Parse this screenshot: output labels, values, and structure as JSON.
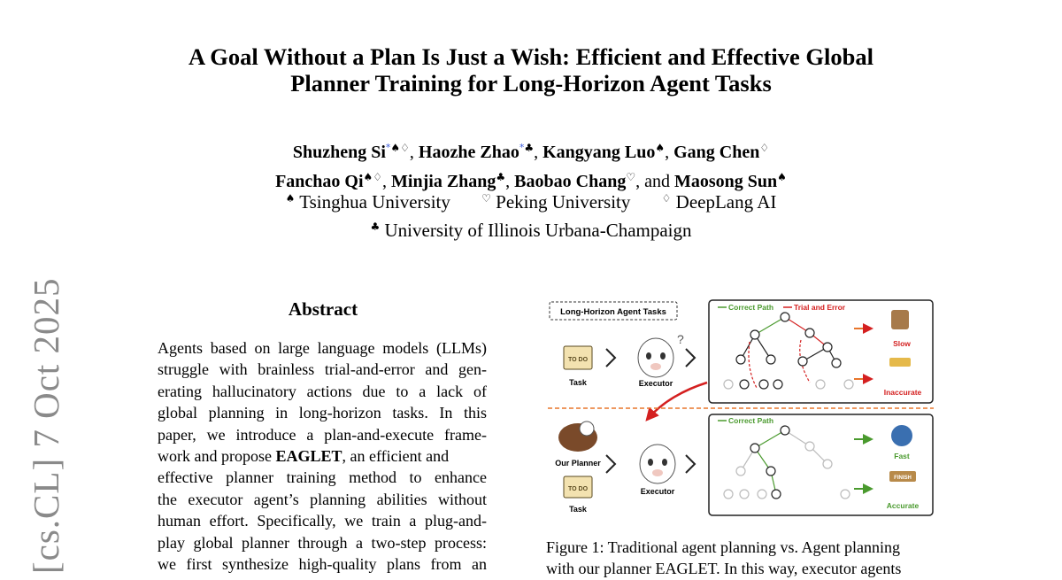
{
  "paper": {
    "title_line1": "A Goal Without a Plan Is Just a Wish: Efficient and Effective Global",
    "title_line2": "Planner Training for Long-Horizon Agent Tasks",
    "authors": [
      {
        "name": "Shuzheng Si",
        "marks": "*♠♢"
      },
      {
        "name": "Haozhe Zhao",
        "marks": "*♣"
      },
      {
        "name": "Kangyang Luo",
        "marks": "♠"
      },
      {
        "name": "Gang Chen",
        "marks": "♢"
      },
      {
        "name": "Fanchao Qi",
        "marks": "♠♢"
      },
      {
        "name": "Minjia Zhang",
        "marks": "♣"
      },
      {
        "name": "Baobao Chang",
        "marks": "♡"
      },
      {
        "name": "Maosong Sun",
        "marks": "♠"
      }
    ],
    "and_word": "and",
    "affiliations": [
      {
        "mark": "♠",
        "name": "Tsinghua University"
      },
      {
        "mark": "♡",
        "name": "Peking University"
      },
      {
        "mark": "♢",
        "name": "DeepLang AI"
      },
      {
        "mark": "♣",
        "name": "University of Illinois Urbana-Champaign"
      }
    ],
    "arxiv_stamp": "[cs.CL]  7 Oct 2025",
    "abstract_heading": "Abstract",
    "abstract_lines": [
      "Agents based on large language models (LLMs)",
      "struggle with brainless trial-and-error and gen-",
      "erating hallucinatory actions due to a lack of",
      "global planning in long-horizon tasks. In this",
      "paper, we introduce a plan-and-execute frame-",
      "work and propose",
      "effective planner training method to enhance",
      "the executor agent’s planning abilities without",
      "human effort. Specifically, we train a plug-and-",
      "play global planner through a two-step process:",
      "we first synthesize high-quality plans from an"
    ],
    "abstract_bold": "EAGLET",
    "abstract_line6_tail": ", an efficient and",
    "caption_lines": [
      "Figure 1: Traditional agent planning vs. Agent planning",
      "with our planner EAGLET. In this way, executor agents"
    ]
  },
  "figure": {
    "task_box_label": "Long-Horizon Agent Tasks",
    "todo_text": "TO DO",
    "task_label": "Task",
    "executor_label": "Executor",
    "planner_label": "Our Planner",
    "legend_correct": "Correct Path",
    "legend_trial": "Trial and Error",
    "outcome_slow": "Slow",
    "outcome_inaccurate": "Inaccurate",
    "outcome_fast": "Fast",
    "outcome_accurate": "Accurate",
    "finish_text": "FINISH",
    "colors": {
      "green": "#4a9a2e",
      "red": "#d42020",
      "orange": "#e8762c",
      "box": "#333333"
    }
  }
}
